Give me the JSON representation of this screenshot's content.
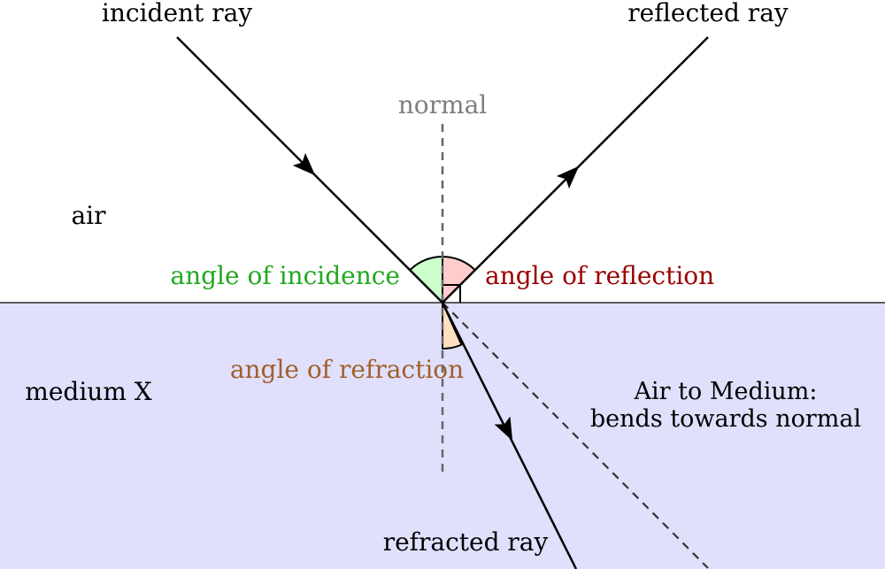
{
  "labels": {
    "incident_ray": "incident ray",
    "reflected_ray": "reflected ray",
    "normal": "normal",
    "air": "air",
    "medium": "medium X",
    "angle_incidence": "angle of incidence",
    "angle_reflection": "angle of reflection",
    "angle_refraction": "angle of refraction",
    "refracted_ray": "refracted ray",
    "note_line1": "Air to Medium:",
    "note_line2": "bends towards normal"
  },
  "colors": {
    "medium_fill": "#e0e0fc",
    "ray": "#000000",
    "normal_line": "#666666",
    "normal_text": "#7f7f7f",
    "incidence_text": "#22a822",
    "incidence_fill": "#ccffcc",
    "reflection_text": "#990000",
    "reflection_fill": "#ffcccc",
    "refraction_text": "#a0602a",
    "refraction_fill": "#ffe0c0",
    "extension_line": "#333333"
  }
}
